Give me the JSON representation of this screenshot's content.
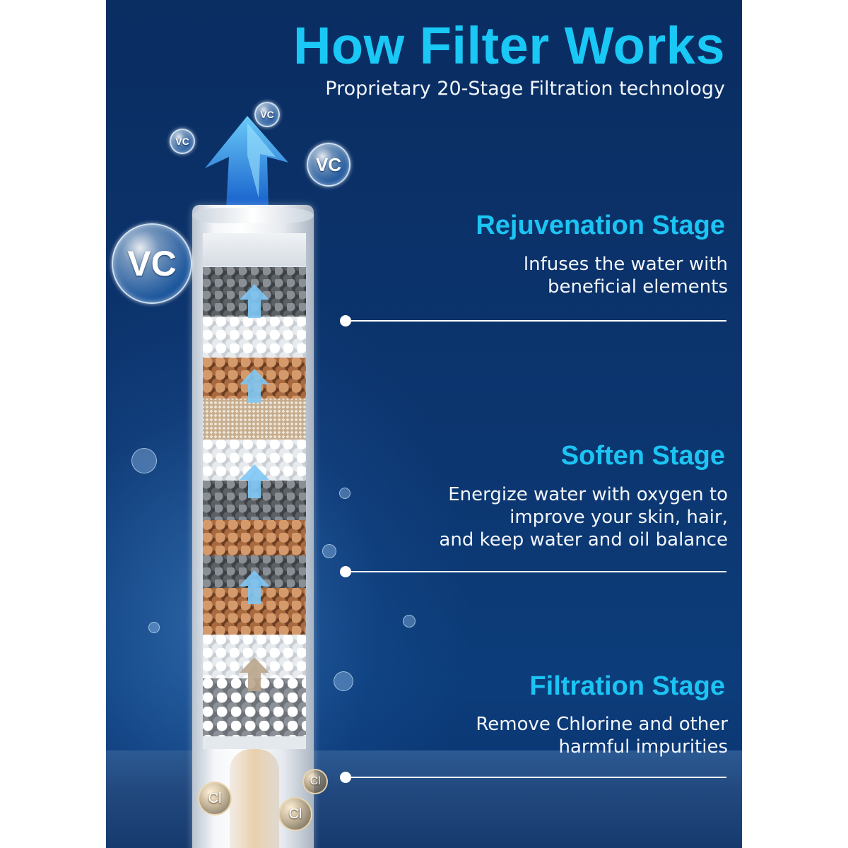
{
  "header": {
    "title": "How Filter Works",
    "subtitle": "Proprietary 20-Stage Filtration technology"
  },
  "stages": [
    {
      "title": "Rejuvenation Stage",
      "description": [
        "lnfuses the water with",
        "beneficial elements"
      ]
    },
    {
      "title": "Soften Stage",
      "description": [
        "Energize water with oxygen to",
        "improve your skin, hair,",
        "and keep water and oil balance"
      ]
    },
    {
      "title": "Filtration Stage",
      "description": [
        "Remove Chlorine and other",
        "harmful impurities"
      ]
    }
  ],
  "bubbles": {
    "vitamin_label": "VC",
    "chlorine_label": "Cl"
  },
  "colors": {
    "accent": "#19c8f5",
    "background": "#0b3169",
    "text": "#f2f6fb"
  }
}
